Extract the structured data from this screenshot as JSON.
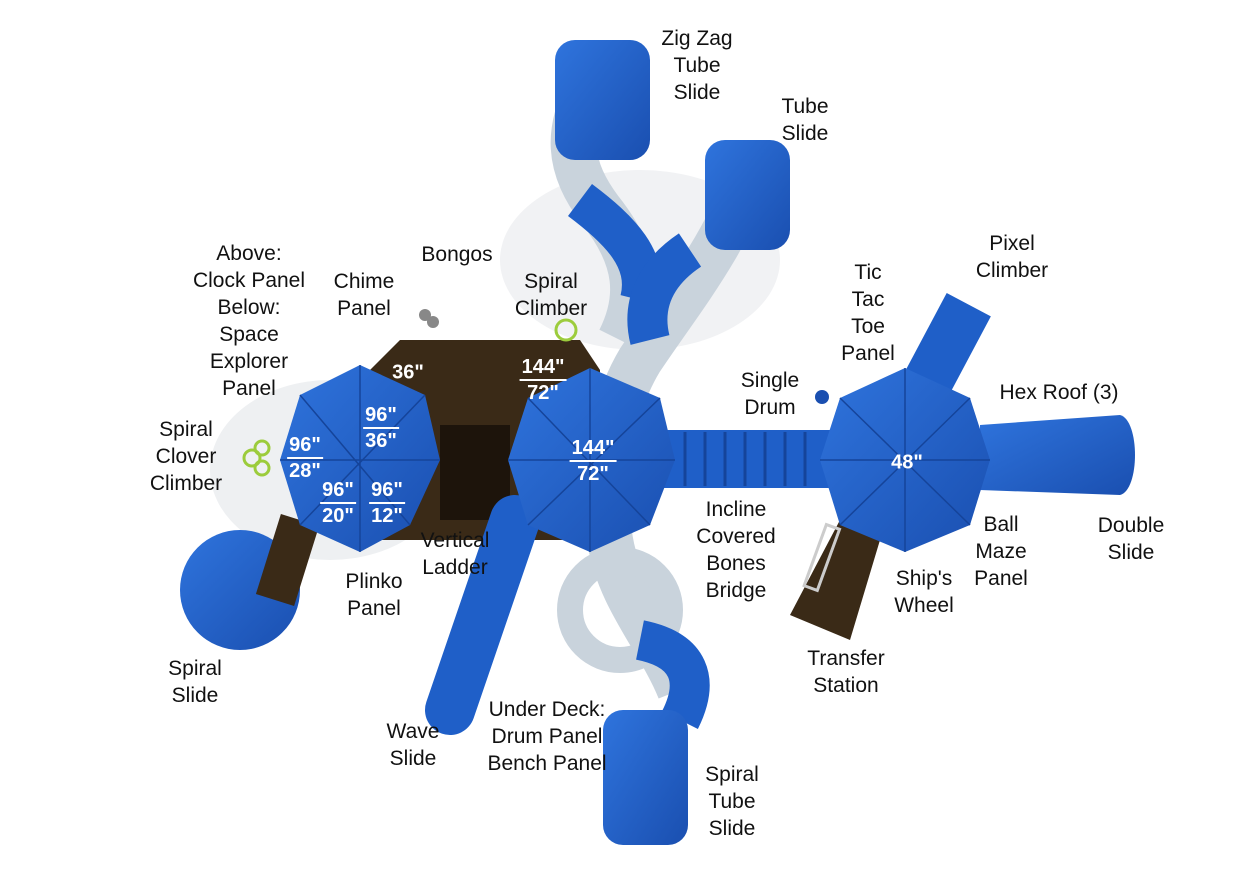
{
  "colors": {
    "blue": "#1f5fc8",
    "blue_dark": "#15449a",
    "brown": "#3a2a17",
    "green": "#9ccc3c",
    "clear": "#c9d3dc"
  },
  "labels": {
    "zig_zag": [
      "Zig Zag",
      "Tube",
      "Slide"
    ],
    "tube_slide": [
      "Tube",
      "Slide"
    ],
    "bongos": [
      "Bongos"
    ],
    "clock_panel": [
      "Above:",
      "Clock Panel",
      "Below:",
      "Space",
      "Explorer",
      "Panel"
    ],
    "chime_panel": [
      "Chime",
      "Panel"
    ],
    "spiral_climber": [
      "Spiral",
      "Climber"
    ],
    "tic_tac_toe": [
      "Tic",
      "Tac",
      "Toe",
      "Panel"
    ],
    "pixel_climber": [
      "Pixel",
      "Climber"
    ],
    "single_drum": [
      "Single",
      "Drum"
    ],
    "hex_roof": [
      "Hex Roof (3)"
    ],
    "spiral_clover": [
      "Spiral",
      "Clover",
      "Climber"
    ],
    "bones_bridge": [
      "Incline",
      "Covered",
      "Bones",
      "Bridge"
    ],
    "vertical_ladder": [
      "Vertical",
      "Ladder"
    ],
    "plinko": [
      "Plinko",
      "Panel"
    ],
    "ball_maze": [
      "Ball",
      "Maze",
      "Panel"
    ],
    "double_slide": [
      "Double",
      "Slide"
    ],
    "ships_wheel": [
      "Ship's",
      "Wheel"
    ],
    "transfer_station": [
      "Transfer",
      "Station"
    ],
    "spiral_slide": [
      "Spiral",
      "Slide"
    ],
    "wave_slide": [
      "Wave",
      "Slide"
    ],
    "under_deck": [
      "Under Deck:",
      "Drum Panel",
      "Bench Panel"
    ],
    "spiral_tube": [
      "Spiral",
      "Tube",
      "Slide"
    ]
  },
  "decks": {
    "d96_28": [
      "96\"",
      "28\""
    ],
    "d96_36": [
      "96\"",
      "36\""
    ],
    "d96_20": [
      "96\"",
      "20\""
    ],
    "d96_12": [
      "96\"",
      "12\""
    ],
    "d36": "36\"",
    "d144_72_left": [
      "144\"",
      "72\""
    ],
    "d144_72_center": [
      "144\"",
      "72\""
    ],
    "d48": "48\""
  }
}
